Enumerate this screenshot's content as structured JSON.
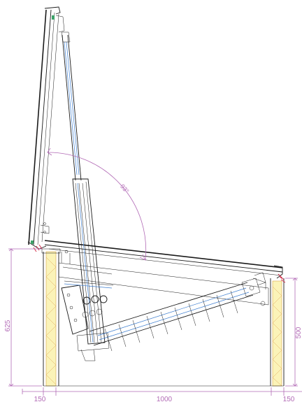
{
  "dimensions": {
    "overall_height": "625",
    "upstand_height": "500",
    "left_upstand_width": "150",
    "opening_width": "1000",
    "right_upstand_width": "150",
    "opening_angle": "93°"
  },
  "colors": {
    "dimension": "#b26bb6",
    "line": "#1a1a1a",
    "actuator_blue": "#3f7fd0",
    "insulation_fill": "#fbf3b8",
    "insulation_edge": "#d9a648",
    "seal_green": "#3da36a",
    "seal_red": "#d12f4a"
  }
}
